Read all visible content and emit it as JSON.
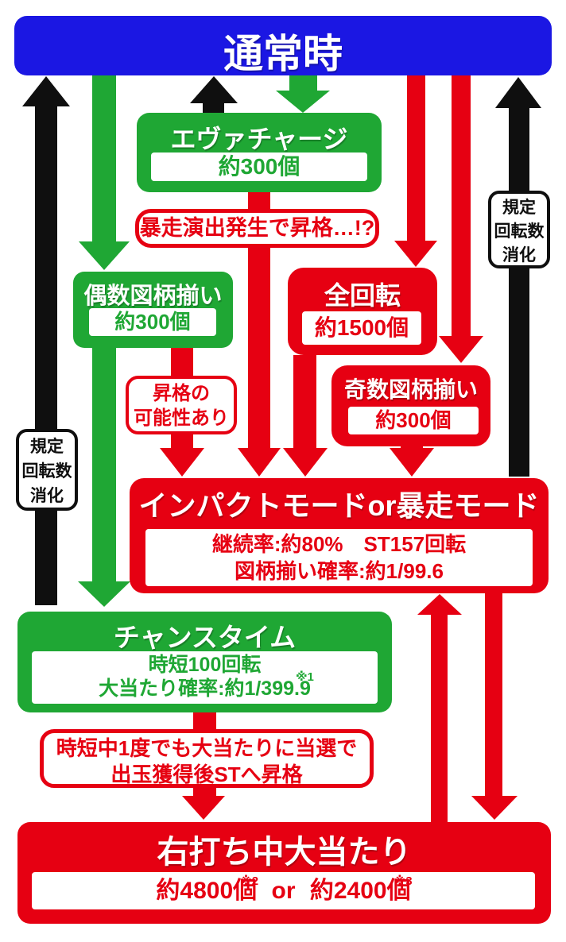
{
  "colors": {
    "banner_blue": "#1b17e3",
    "green": "#1fa734",
    "red": "#e60012",
    "black": "#0f0f0f"
  },
  "banner": {
    "title": "通常時"
  },
  "boxes": {
    "eva_charge": {
      "title": "エヴァチャージ",
      "value": "約300個"
    },
    "even_zuragari": {
      "title": "偶数図柄揃い",
      "value": "約300個"
    },
    "zenkaiten": {
      "title": "全回転",
      "value": "約1500個"
    },
    "odd_zuragari": {
      "title": "奇数図柄揃い",
      "value": "約300個"
    },
    "impact_mode": {
      "title": "インパクトモードor暴走モード",
      "line1": "継続率:約80%　ST157回転",
      "line2": "図柄揃い確率:約1/99.6"
    },
    "chance_time": {
      "title": "チャンスタイム",
      "line1": "時短100回転",
      "line2": "大当たり確率:約1/399.9",
      "note": "※1"
    },
    "migiuchi": {
      "title": "右打ち中大当たり",
      "value_left": "約4800個",
      "value_or": "or",
      "value_right": "約2400個",
      "note_left": "※2",
      "note_right": "※3"
    }
  },
  "labels": {
    "bousou": "暴走演出発生で昇格…!?",
    "shoukaku_line1": "昇格の",
    "shoukaku_line2": "可能性あり",
    "kitei_line1": "規定",
    "kitei_line2": "回転数",
    "kitei_line3": "消化",
    "jitan_line1": "時短中1度でも大当たりに当選で",
    "jitan_line2": "出玉獲得後STへ昇格"
  }
}
